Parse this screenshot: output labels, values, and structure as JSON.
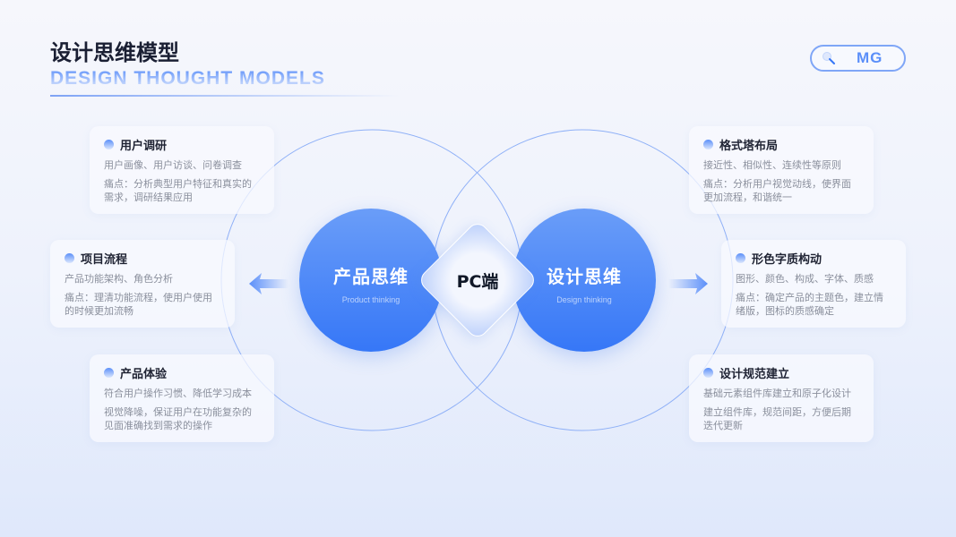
{
  "header": {
    "title": "设计思维模型",
    "subtitle": "DESIGN THOUGHT MODELS",
    "badge": "MG",
    "badge_icon": "search-icon"
  },
  "center": {
    "left": {
      "title": "产品思维",
      "subtitle": "Product thinking"
    },
    "middle": "PC端",
    "right": {
      "title": "设计思维",
      "subtitle": "Design thinking"
    }
  },
  "cards": [
    {
      "title": "用户调研",
      "desc": "用户画像、用户访谈、问卷调查",
      "pain": "痛点：分析典型用户特征和真实的需求，调研结果应用"
    },
    {
      "title": "项目流程",
      "desc": "产品功能架构、角色分析",
      "pain": "痛点：理清功能流程，使用户使用的时候更加流畅"
    },
    {
      "title": "产品体验",
      "desc": "符合用户操作习惯、降低学习成本",
      "pain": "视觉降噪，保证用户在功能复杂的见面准确找到需求的操作"
    },
    {
      "title": "格式塔布局",
      "desc": "接近性、相似性、连续性等原则",
      "pain": "痛点：分析用户视觉动线，使界面更加流程，和谐统一"
    },
    {
      "title": "形色字质构动",
      "desc": "图形、颜色、构成、字体、质感",
      "pain": "痛点：确定产品的主题色，建立情绪版，图标的质感确定"
    },
    {
      "title": "设计规范建立",
      "desc": "基础元素组件库建立和原子化设计",
      "pain": "建立组件库，规范间距，方便后期迭代更新"
    }
  ],
  "colors": {
    "accent": "#3677f7",
    "title": "#1a1f33"
  }
}
